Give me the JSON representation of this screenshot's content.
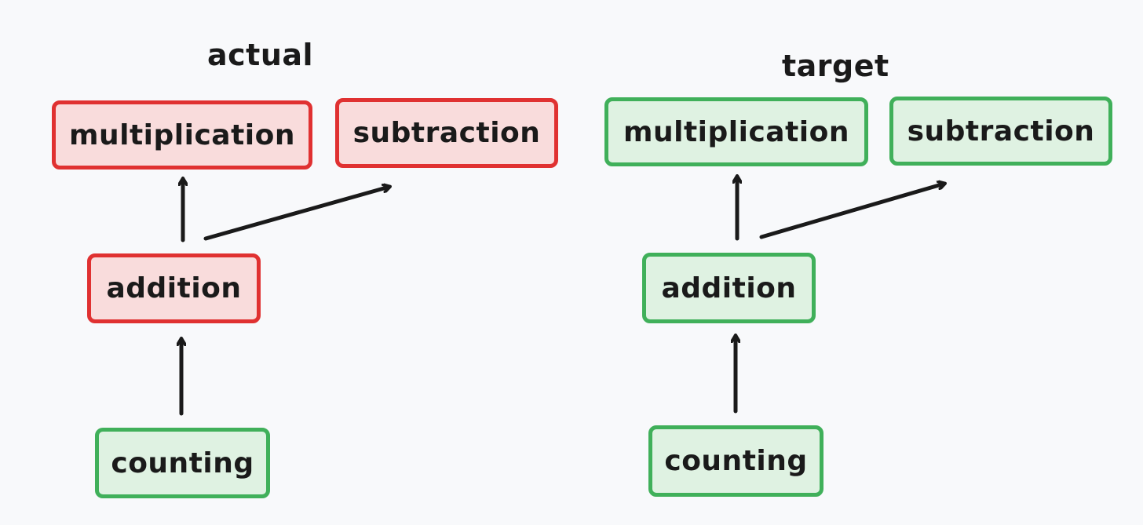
{
  "colors": {
    "background": "#f8f9fb",
    "red_fill": "#f9dcdc",
    "red_border": "#e03131",
    "green_fill": "#dff2e2",
    "green_border": "#40b05a",
    "arrow": "#1a1a1a"
  },
  "actual": {
    "title": "actual",
    "multiplication": "multiplication",
    "subtraction": "subtraction",
    "addition": "addition",
    "counting": "counting"
  },
  "target": {
    "title": "target",
    "multiplication": "multiplication",
    "subtraction": "subtraction",
    "addition": "addition",
    "counting": "counting"
  }
}
